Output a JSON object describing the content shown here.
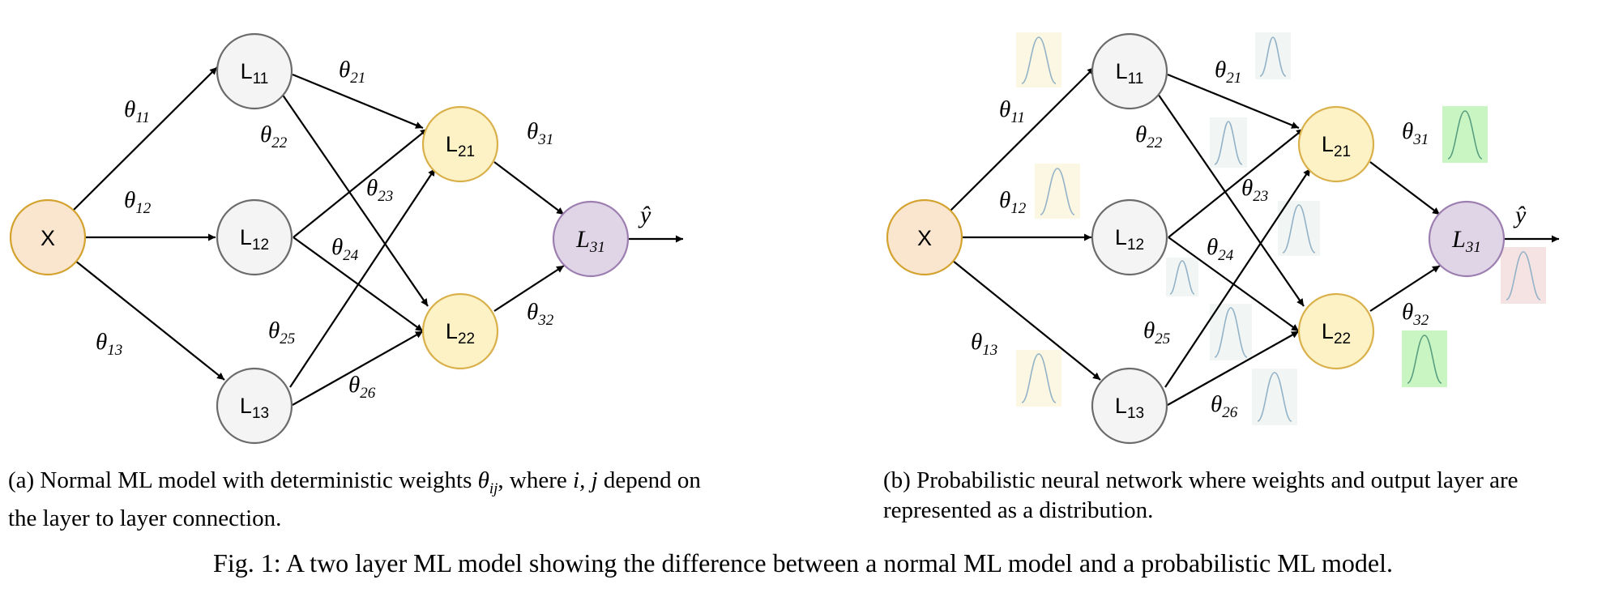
{
  "colors": {
    "input_fill": "#fae5cf",
    "input_stroke": "#d4a22f",
    "hidden1_fill": "#f4f4f4",
    "hidden1_stroke": "#6b6b6b",
    "hidden2_fill": "#fcf2c6",
    "hidden2_stroke": "#d9b04a",
    "output_fill": "#e0d5e7",
    "output_stroke": "#9c7fb0",
    "dist_yellow_bg": "#fbf7e3",
    "dist_gray_bg": "#f1f6f4",
    "dist_green_bg": "#c9f5c2",
    "dist_red_bg": "#f5e3e3",
    "dist_curve": "#93b2c7",
    "dist_curve_green": "#5a9e80",
    "edge": "#000000"
  },
  "nodes": {
    "x": "X",
    "l11": {
      "base": "L",
      "sub": "11"
    },
    "l12": {
      "base": "L",
      "sub": "12"
    },
    "l13": {
      "base": "L",
      "sub": "13"
    },
    "l21": {
      "base": "L",
      "sub": "21"
    },
    "l22": {
      "base": "L",
      "sub": "22"
    },
    "l31": {
      "base": "L",
      "sub": "31"
    }
  },
  "weights": {
    "t11": "11",
    "t12": "12",
    "t13": "13",
    "t21": "21",
    "t22": "22",
    "t23": "23",
    "t24": "24",
    "t25": "25",
    "t26": "26",
    "t31": "31",
    "t32": "32"
  },
  "theta_symbol": "θ",
  "yhat": "ŷ",
  "captions": {
    "a": {
      "prefix": "(a) Normal ML model with deterministic weights ",
      "math1": "θ",
      "math1_sub": "ij",
      "middle": ", where ",
      "math2": "i, j",
      "suffix": " depend on the layer to layer connection."
    },
    "b": "(b) Probabilistic neural network where weights and output layer are represented as a distribution.",
    "figure": "Fig. 1: A two layer ML model showing the difference between a normal ML model and a probabilistic ML model."
  }
}
